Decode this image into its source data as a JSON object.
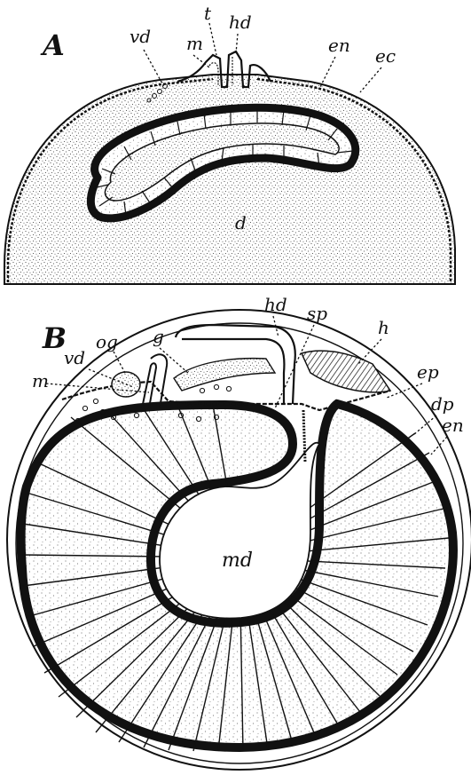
{
  "figure": {
    "panel_a": {
      "letter": "A",
      "labels": {
        "t": "t",
        "hd": "hd",
        "vd": "vd",
        "m": "m",
        "en": "en",
        "ec": "ec",
        "d": "d"
      }
    },
    "panel_b": {
      "letter": "B",
      "labels": {
        "hd": "hd",
        "sp": "sp",
        "og": "og",
        "g": "g",
        "h": "h",
        "vd": "vd",
        "ep": "ep",
        "m": "m",
        "dp": "dp",
        "en": "en",
        "md": "md"
      }
    }
  }
}
